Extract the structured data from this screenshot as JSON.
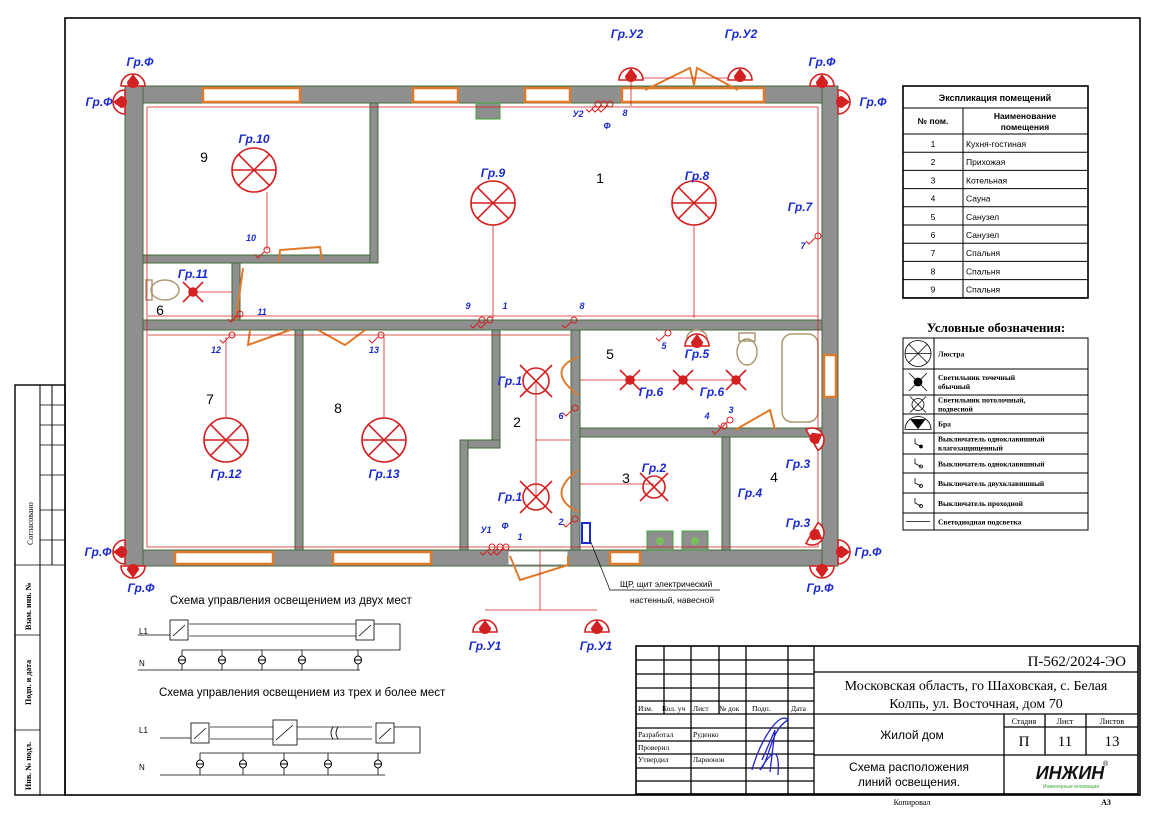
{
  "sheet": {
    "code": "П-562/2024-ЭО",
    "address_line1": "Московская область, го Шаховская, с. Белая",
    "address_line2": "Колпь, ул. Восточная, дом 70",
    "building": "Жилой дом",
    "title_line1": "Схема расположения",
    "title_line2": "линий освещения.",
    "stage_label": "Стадия",
    "sheet_label": "Лист",
    "sheets_label": "Листов",
    "stage": "П",
    "sheet_no": "11",
    "sheets_total": "13",
    "copied": "Копировал",
    "format": "А3",
    "logo": "ИНЖИН",
    "logo_sub": "Инженерные инновации"
  },
  "signature_block": {
    "headers": [
      "Изм.",
      "Кол. уч",
      "Лист",
      "№ док",
      "Подп.",
      "Дата"
    ],
    "roles": [
      {
        "role": "Разработал",
        "name": "Руденко"
      },
      {
        "role": "Проверил",
        "name": ""
      },
      {
        "role": "Утвердил",
        "name": "Ларионов"
      }
    ]
  },
  "side_stamp": [
    "Согласовано",
    "Взам. инв. №",
    "Подп. и дата",
    "Инв. № подл."
  ],
  "explication": {
    "title": "Экспликация помещений",
    "col_no": "№ пом.",
    "col_name_1": "Наименование",
    "col_name_2": "помещения",
    "rows": [
      {
        "no": "1",
        "name": "Кухня-гостиная"
      },
      {
        "no": "2",
        "name": "Прихожая"
      },
      {
        "no": "3",
        "name": "Котельная"
      },
      {
        "no": "4",
        "name": "Сауна"
      },
      {
        "no": "5",
        "name": "Санузел"
      },
      {
        "no": "6",
        "name": "Санузел"
      },
      {
        "no": "7",
        "name": "Спальня"
      },
      {
        "no": "8",
        "name": "Спальня"
      },
      {
        "no": "9",
        "name": "Спальня"
      }
    ]
  },
  "legend": {
    "title": "Условные обозначения:",
    "items": [
      {
        "icon": "chandelier-icon",
        "l1": "Люстра",
        "l2": ""
      },
      {
        "icon": "spot-light-icon",
        "l1": "Светильник точечный",
        "l2": "обычный"
      },
      {
        "icon": "ceiling-light-icon",
        "l1": "Светильник потолочный,",
        "l2": "подвесной"
      },
      {
        "icon": "sconce-icon",
        "l1": "Бра",
        "l2": ""
      },
      {
        "icon": "waterproof-switch-icon",
        "l1": "Выключатель одноклавишный",
        "l2": "влагозащищенный"
      },
      {
        "icon": "single-switch-icon",
        "l1": "Выключатель одноклавишный",
        "l2": ""
      },
      {
        "icon": "double-switch-icon",
        "l1": "Выключатель двухклавишный",
        "l2": ""
      },
      {
        "icon": "passthrough-switch-icon",
        "l1": "Выключатель проходной",
        "l2": ""
      },
      {
        "icon": "led-strip-icon",
        "l1": "Светодиодная подсветка",
        "l2": ""
      }
    ]
  },
  "plan": {
    "rooms": [
      "9",
      "1",
      "6",
      "7",
      "8",
      "2",
      "5",
      "3",
      "4"
    ],
    "groups": [
      "Гр.10",
      "Гр.9",
      "Гр.8",
      "Гр.12",
      "Гр.13",
      "Гр.1",
      "Гр.1",
      "Гр.2",
      "Гр.6",
      "Гр.6",
      "Гр.11",
      "Гр.Ф",
      "Гр.Ф",
      "Гр.Ф",
      "Гр.Ф",
      "Гр.Ф",
      "Гр.Ф",
      "Гр.Ф",
      "Гр.Ф",
      "Гр.У2",
      "Гр.У2",
      "Гр.У1",
      "Гр.У1",
      "Гр.3",
      "Гр.3",
      "Гр.5",
      "Гр.7",
      "Гр.4"
    ],
    "switch_labels": [
      "10",
      "11",
      "12",
      "13",
      "9",
      "1",
      "8",
      "7",
      "5",
      "6",
      "4",
      "3",
      "2",
      "У1",
      "Ф",
      "1",
      "У2",
      "Ф",
      "8"
    ],
    "panel_note_1": "ЩР, щит электрический",
    "panel_note_2": "настенный, навесной"
  },
  "schemes": {
    "two_places_title": "Схема управления освещением из двух мест",
    "three_places_title": "Схема управления освещением из трех и более мест",
    "phase": "L1",
    "neutral": "N"
  }
}
